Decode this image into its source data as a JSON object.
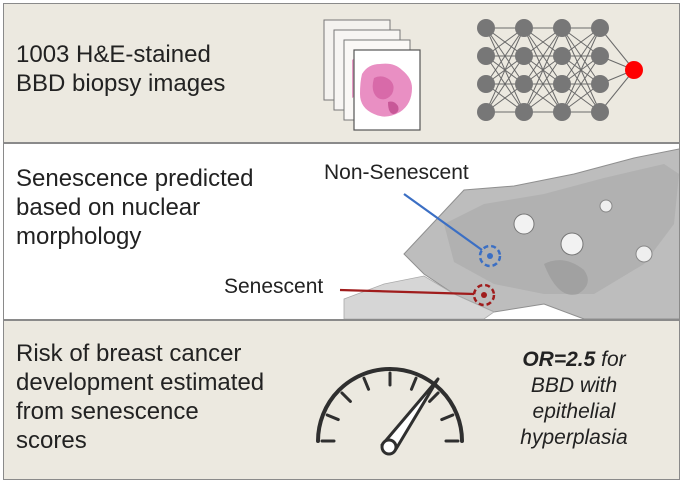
{
  "panels": [
    {
      "heading": "1003 H&E-stained\nBBD biopsy images",
      "icons": [
        "stacked-slide-images",
        "neural-network-icon"
      ]
    },
    {
      "heading": "Senescence predicted\nbased on nuclear\nmorphology",
      "labels": {
        "non_senescent": "Non-Senescent",
        "senescent": "Senescent"
      },
      "colors": {
        "non_senescent": "#3b6fc4",
        "senescent": "#a01c1c"
      },
      "icons": [
        "tissue-image"
      ]
    },
    {
      "heading": "Risk of breast cancer\ndevelopment estimated\nfrom senescence\nscores",
      "result": {
        "emphasis": "OR=2.5",
        "line1_rest": " for",
        "line2": "BBD with",
        "line3": "epithelial",
        "line4": "hyperplasia"
      },
      "icons": [
        "gauge-icon"
      ]
    }
  ],
  "colors": {
    "panel_bg": "#ece9e0",
    "output_node": "#ff0000",
    "node": "#777777"
  }
}
